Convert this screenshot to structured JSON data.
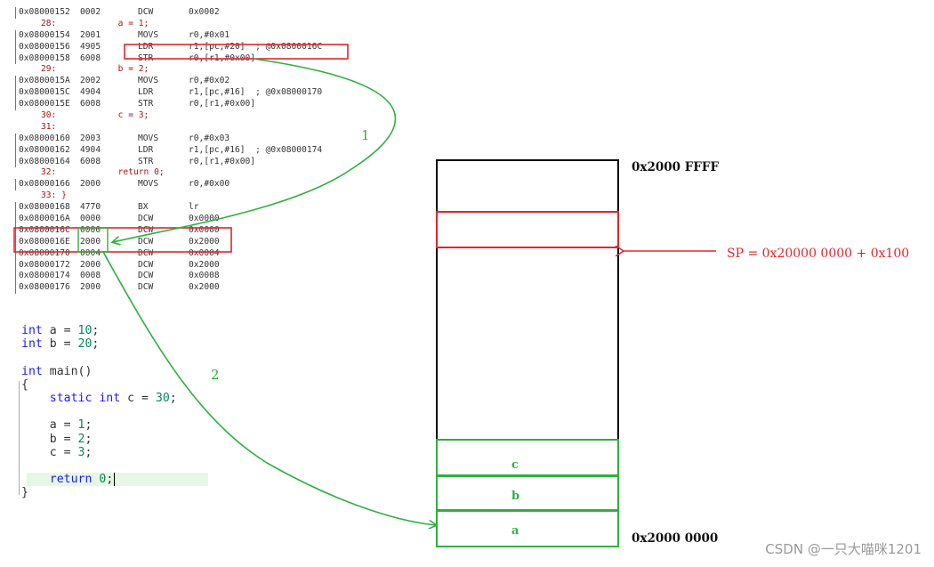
{
  "assembly": {
    "lines": [
      {
        "kind": "inst",
        "addr": "0x08000152",
        "code": "0002",
        "mnemonic": "DCW",
        "operands": "0x0002"
      },
      {
        "kind": "src",
        "text": "28:            a = 1;"
      },
      {
        "kind": "inst",
        "addr": "0x08000154",
        "code": "2001",
        "mnemonic": "MOVS",
        "operands": "r0,#0x01"
      },
      {
        "kind": "inst",
        "addr": "0x08000156",
        "code": "4905",
        "mnemonic": "LDR",
        "operands": "r1,[pc,#20]  ; @0x0800016C"
      },
      {
        "kind": "inst",
        "addr": "0x08000158",
        "code": "6008",
        "mnemonic": "STR",
        "operands": "r0,[r1,#0x00]"
      },
      {
        "kind": "src",
        "text": "29:            b = 2;"
      },
      {
        "kind": "inst",
        "addr": "0x0800015A",
        "code": "2002",
        "mnemonic": "MOVS",
        "operands": "r0,#0x02"
      },
      {
        "kind": "inst",
        "addr": "0x0800015C",
        "code": "4904",
        "mnemonic": "LDR",
        "operands": "r1,[pc,#16]  ; @0x08000170"
      },
      {
        "kind": "inst",
        "addr": "0x0800015E",
        "code": "6008",
        "mnemonic": "STR",
        "operands": "r0,[r1,#0x00]"
      },
      {
        "kind": "src",
        "text": "30:            c = 3;"
      },
      {
        "kind": "src",
        "text": "31:"
      },
      {
        "kind": "inst",
        "addr": "0x08000160",
        "code": "2003",
        "mnemonic": "MOVS",
        "operands": "r0,#0x03"
      },
      {
        "kind": "inst",
        "addr": "0x08000162",
        "code": "4904",
        "mnemonic": "LDR",
        "operands": "r1,[pc,#16]  ; @0x08000174"
      },
      {
        "kind": "inst",
        "addr": "0x08000164",
        "code": "6008",
        "mnemonic": "STR",
        "operands": "r0,[r1,#0x00]"
      },
      {
        "kind": "src",
        "text": "32:            return 0;"
      },
      {
        "kind": "inst",
        "addr": "0x08000166",
        "code": "2000",
        "mnemonic": "MOVS",
        "operands": "r0,#0x00"
      },
      {
        "kind": "src",
        "text": "33: }"
      },
      {
        "kind": "inst",
        "addr": "0x08000168",
        "code": "4770",
        "mnemonic": "BX",
        "operands": "lr"
      },
      {
        "kind": "inst",
        "addr": "0x0800016A",
        "code": "0000",
        "mnemonic": "DCW",
        "operands": "0x0000"
      },
      {
        "kind": "inst",
        "addr": "0x0800016C",
        "code": "0000",
        "mnemonic": "DCW",
        "operands": "0x0000"
      },
      {
        "kind": "inst",
        "addr": "0x0800016E",
        "code": "2000",
        "mnemonic": "DCW",
        "operands": "0x2000"
      },
      {
        "kind": "inst",
        "addr": "0x08000170",
        "code": "0004",
        "mnemonic": "DCW",
        "operands": "0x0004"
      },
      {
        "kind": "inst",
        "addr": "0x08000172",
        "code": "2000",
        "mnemonic": "DCW",
        "operands": "0x2000"
      },
      {
        "kind": "inst",
        "addr": "0x08000174",
        "code": "0008",
        "mnemonic": "DCW",
        "operands": "0x0008"
      },
      {
        "kind": "inst",
        "addr": "0x08000176",
        "code": "2000",
        "mnemonic": "DCW",
        "operands": "0x2000"
      }
    ]
  },
  "source_code": {
    "lines": [
      [
        [
          "kw",
          "int"
        ],
        [
          "",
          " a = "
        ],
        [
          "num",
          "10"
        ],
        [
          "",
          ";"
        ]
      ],
      [
        [
          "kw",
          "int"
        ],
        [
          "",
          " b = "
        ],
        [
          "num",
          "20"
        ],
        [
          "",
          ";"
        ]
      ],
      [],
      [
        [
          "kw",
          "int"
        ],
        [
          "",
          " main()"
        ]
      ],
      [
        [
          "",
          "{"
        ]
      ],
      [
        [
          "",
          "    "
        ],
        [
          "kw",
          "static int"
        ],
        [
          "",
          " c = "
        ],
        [
          "num",
          "30"
        ],
        [
          "",
          ";"
        ]
      ],
      [],
      [
        [
          "",
          "    a = "
        ],
        [
          "num",
          "1"
        ],
        [
          "",
          ";"
        ]
      ],
      [
        [
          "",
          "    b = "
        ],
        [
          "num",
          "2"
        ],
        [
          "",
          ";"
        ]
      ],
      [
        [
          "",
          "    c = "
        ],
        [
          "num",
          "3"
        ],
        [
          "",
          ";"
        ]
      ],
      [],
      [
        [
          "",
          "    "
        ],
        [
          "kw",
          "return"
        ],
        [
          "",
          " "
        ],
        [
          "num",
          "0"
        ],
        [
          "",
          ";"
        ]
      ],
      [
        [
          "",
          "}"
        ]
      ]
    ]
  },
  "memory": {
    "top_address": "0x2000 FFFF",
    "bottom_address": "0x2000 0000",
    "cells": {
      "c": "c",
      "b": "b",
      "a": "a"
    },
    "sp_label": "SP = 0x20000 0000 + 0x100"
  },
  "arrows": {
    "arrow1_label": "1",
    "arrow2_label": "2"
  },
  "colors": {
    "red": "#e0262b",
    "green": "#30b040",
    "black": "#000000"
  },
  "watermark": "CSDN @一只大喵咪1201"
}
